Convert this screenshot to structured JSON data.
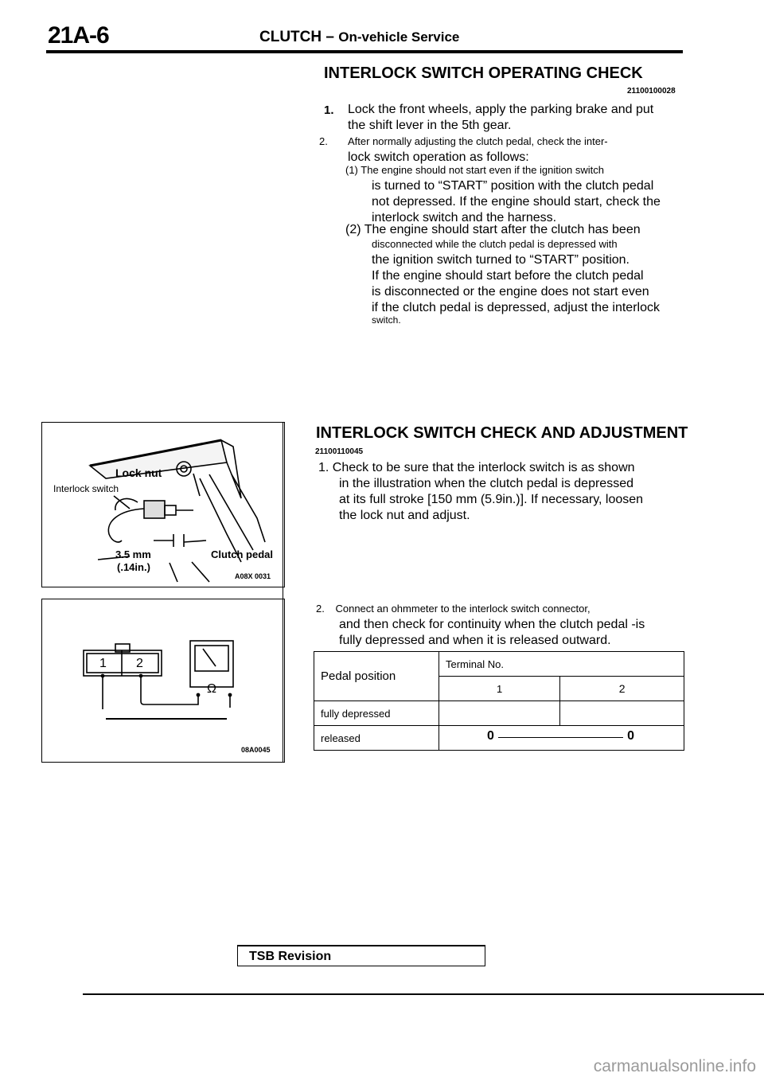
{
  "header": {
    "page_number": "21A-6",
    "title_main": "CLUTCH –",
    "title_sub": "On-vehicle Service"
  },
  "section1": {
    "title": "INTERLOCK SWITCH OPERATING CHECK",
    "code": "21100100028",
    "steps": [
      {
        "num": "1.",
        "lines": [
          "Lock the front wheels, apply the parking brake and put",
          "the shift lever in the 5th gear."
        ]
      },
      {
        "num": "2.",
        "lines": [
          "After normally adjusting the clutch pedal, check the inter-",
          "lock switch operation as follows:"
        ]
      }
    ],
    "substeps": [
      {
        "num": "(1)",
        "lines": [
          "The engine should not start even if the ignition switch",
          "is turned to “START” position with the clutch pedal",
          "not depressed. If the engine should start, check the",
          "interlock switch and the harness."
        ]
      },
      {
        "num": "(2)",
        "lines": [
          "The engine should start after the clutch has been",
          "disconnected while the clutch pedal is depressed with",
          "the ignition switch turned to “START” position.",
          "If the engine should start before the clutch pedal",
          "is disconnected or the engine does not start even",
          "if the clutch pedal is depressed, adjust the interlock",
          "switch."
        ]
      }
    ]
  },
  "section2": {
    "title": "INTERLOCK SWITCH CHECK AND ADJUSTMENT",
    "code": "21100110045",
    "step1": {
      "num": "1.",
      "lines": [
        "Check to be sure that the interlock switch is as shown",
        "in the illustration when the clutch pedal is depressed",
        "at its full stroke [150 mm (5.9in.)]. If necessary, loosen",
        "the lock nut and adjust."
      ]
    },
    "step2": {
      "num": "2.",
      "lines": [
        "Connect an ohmmeter to the interlock switch connector,",
        "and then check for continuity when the clutch pedal -is",
        "fully depressed and when it is released outward."
      ]
    },
    "table": {
      "col_header": "Pedal position",
      "terminal_header": "Terminal No.",
      "terminals": [
        "1",
        "2"
      ],
      "rows": [
        {
          "label": "fully depressed",
          "t1": "",
          "t2": ""
        },
        {
          "label": "released",
          "t1": "0",
          "t2": "0"
        }
      ]
    }
  },
  "figure1": {
    "labels": {
      "lock_nut": "Lock nut",
      "interlock_switch": "Interlock switch",
      "gap_mm": "3.5 mm",
      "gap_in": "(.14in.)",
      "clutch_pedal": "Clutch pedal",
      "fig_code": "A08X 0031"
    }
  },
  "figure2": {
    "labels": {
      "pin1": "1",
      "pin2": "2",
      "ohm": "Ω",
      "fig_code": "08A0045"
    }
  },
  "footer": {
    "tsb": "TSB Revision",
    "watermark": "carmanualsonline.info"
  }
}
